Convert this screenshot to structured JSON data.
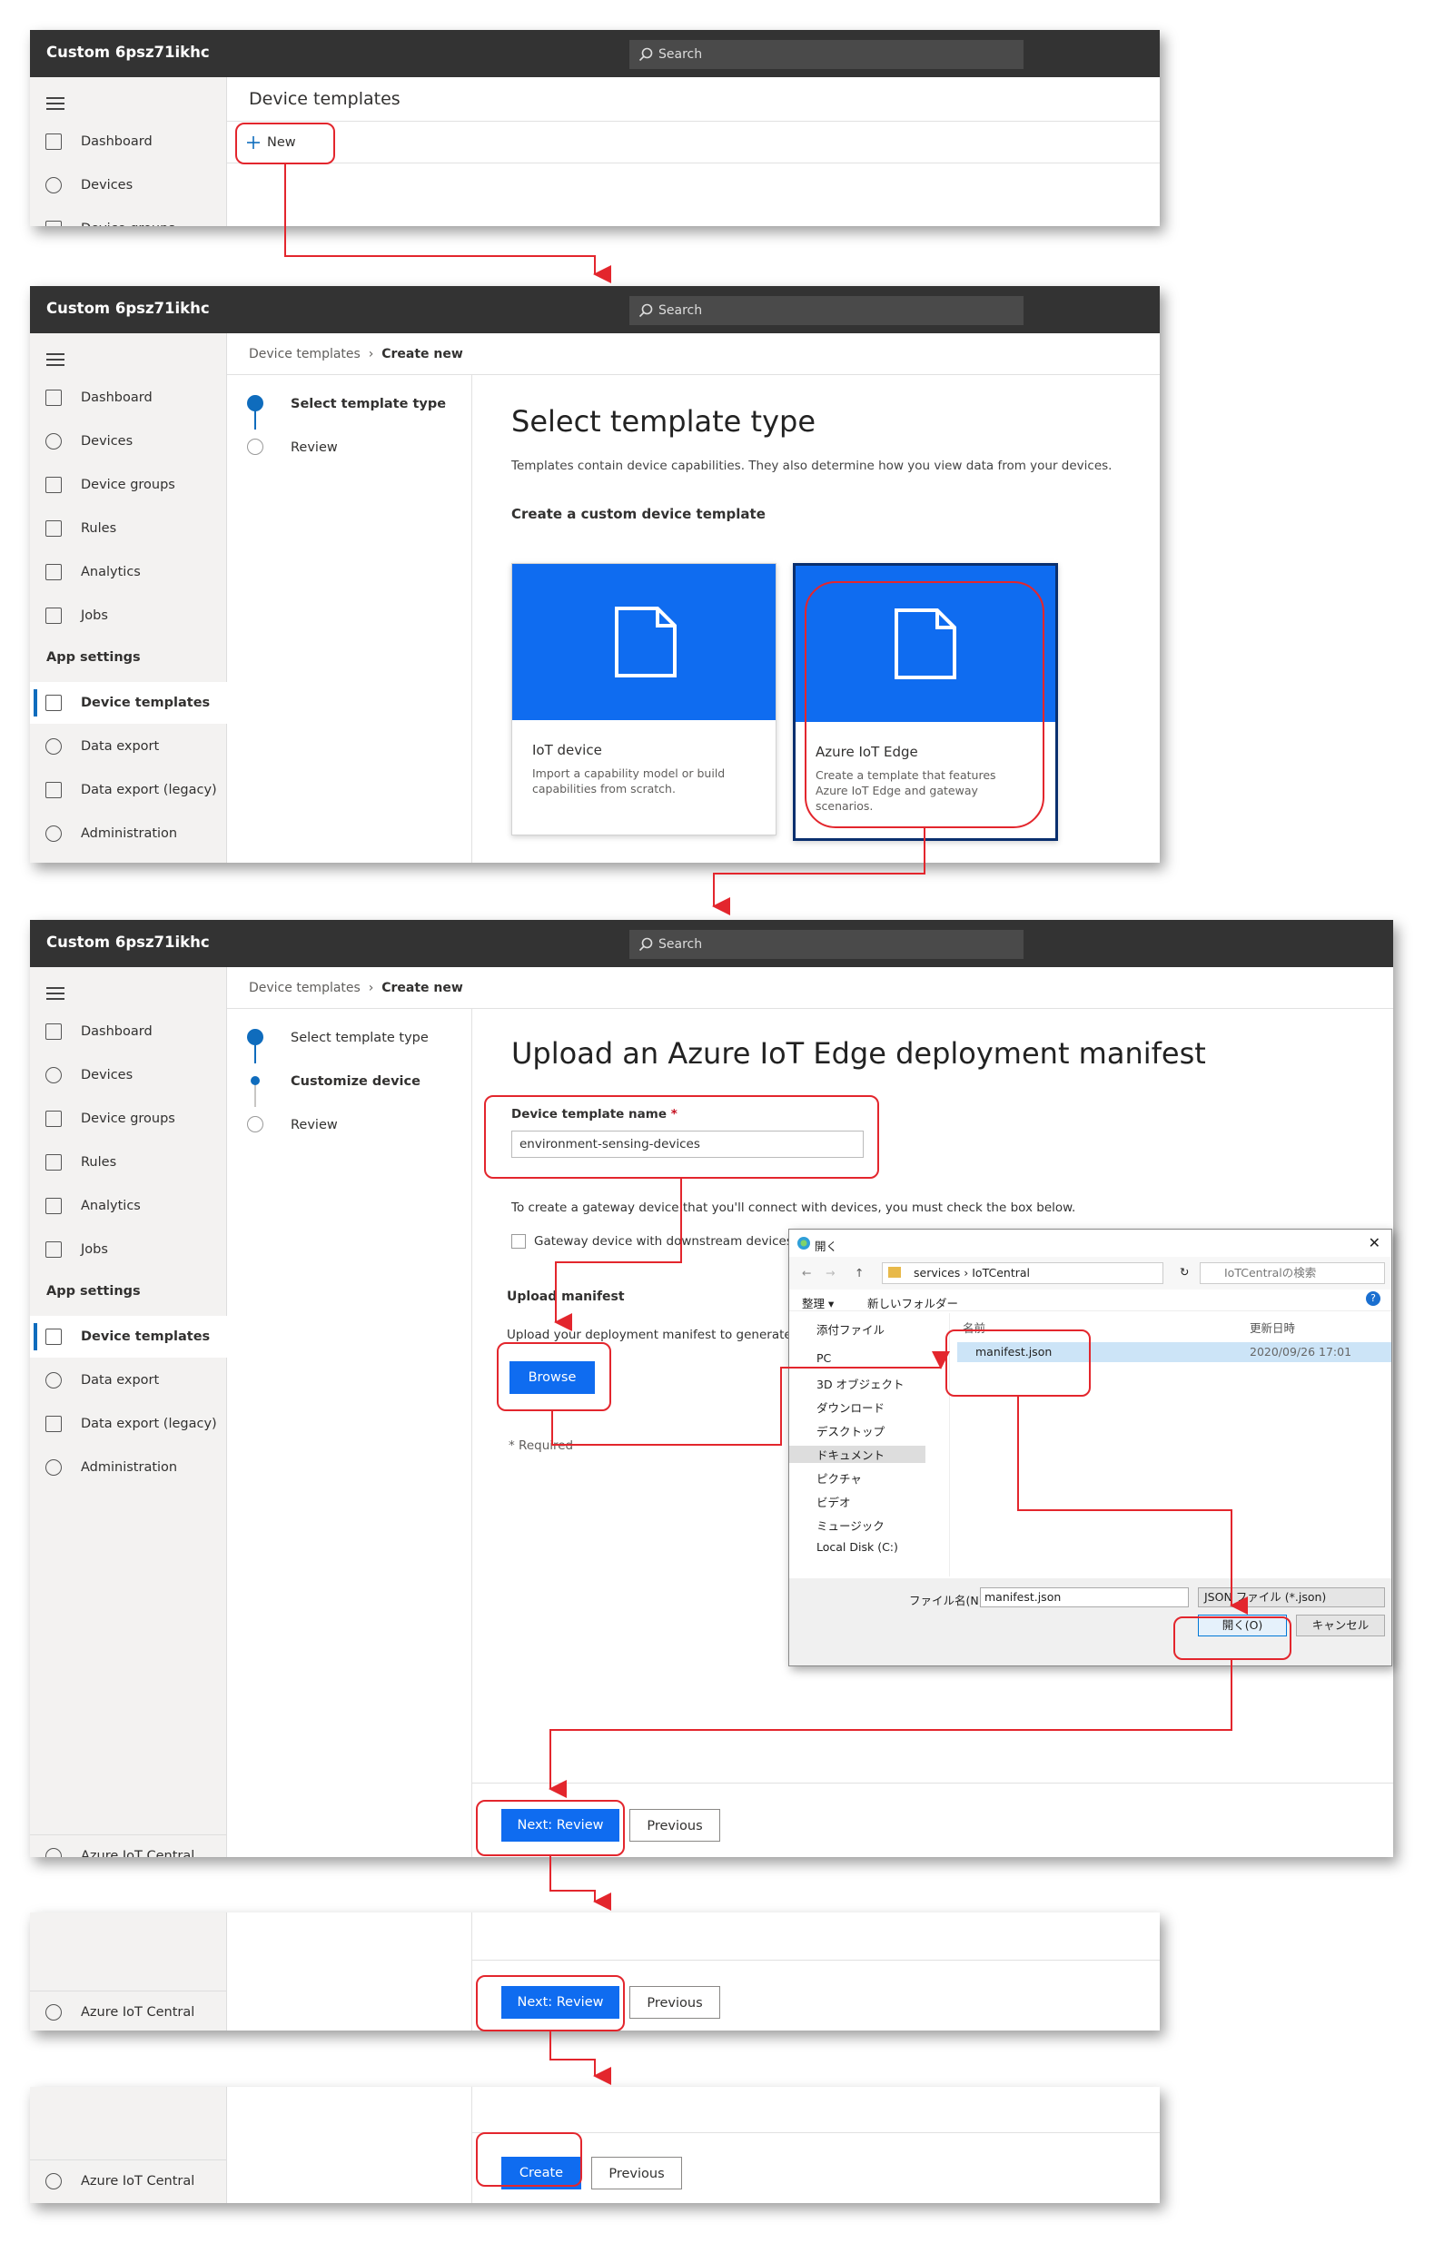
{
  "app_title": "Custom 6psz71ikhc",
  "search_placeholder": "Search",
  "step1": {
    "page_title": "Device templates",
    "new_button": "New"
  },
  "nav": {
    "dashboard": "Dashboard",
    "devices": "Devices",
    "device_groups": "Device groups",
    "rules": "Rules",
    "analytics": "Analytics",
    "jobs": "Jobs",
    "app_settings": "App settings",
    "device_templates": "Device templates",
    "data_export": "Data export",
    "data_export_legacy": "Data export (legacy)",
    "administration": "Administration",
    "footer": "Azure IoT Central"
  },
  "breadcrumb": {
    "parent": "Device templates",
    "current": "Create new"
  },
  "steps": {
    "select": "Select template type",
    "customize": "Customize device",
    "review": "Review"
  },
  "select_page": {
    "title": "Select template type",
    "description": "Templates contain device capabilities. They also determine how you view data from your devices.",
    "section": "Create a custom device template",
    "card1_title": "IoT device",
    "card1_desc": "Import a capability model or build capabilities from scratch.",
    "card2_title": "Azure IoT Edge",
    "card2_desc": "Create a template that features Azure IoT Edge and gateway scenarios."
  },
  "upload_page": {
    "title": "Upload an Azure IoT Edge deployment manifest",
    "name_label": "Device template name",
    "required_star": "*",
    "name_value": "environment-sensing-devices",
    "gateway_note": "To create a gateway device that you'll connect with devices, you must check the box below.",
    "gateway_checkbox": "Gateway device with downstream devices",
    "upload_label": "Upload manifest",
    "upload_desc": "Upload your deployment manifest to generate",
    "browse": "Browse",
    "required": "* Required"
  },
  "dialog": {
    "title": "開く",
    "path": [
      "services",
      "IoTCentral"
    ],
    "search": "IoTCentralの検索",
    "organize": "整理 ▾",
    "new_folder": "新しいフォルダー",
    "tree": [
      "添付ファイル",
      "PC",
      "3D オブジェクト",
      "ダウンロード",
      "デスクトップ",
      "ドキュメント",
      "ピクチャ",
      "ビデオ",
      "ミュージック",
      "Local Disk (C:)"
    ],
    "col_name": "名前",
    "col_date": "更新日時",
    "file_name": "manifest.json",
    "file_date": "2020/09/26 17:01",
    "filename_label": "ファイル名(N):",
    "filename_value": "manifest.json",
    "filter": "JSON ファイル (*.json)",
    "open": "開く(O)",
    "cancel": "キャンセル"
  },
  "footer_buttons": {
    "next_review": "Next: Review",
    "previous": "Previous",
    "create": "Create"
  },
  "colors": {
    "accent": "#0f6cf0",
    "highlight": "#e3262d",
    "topbar": "#333333"
  }
}
